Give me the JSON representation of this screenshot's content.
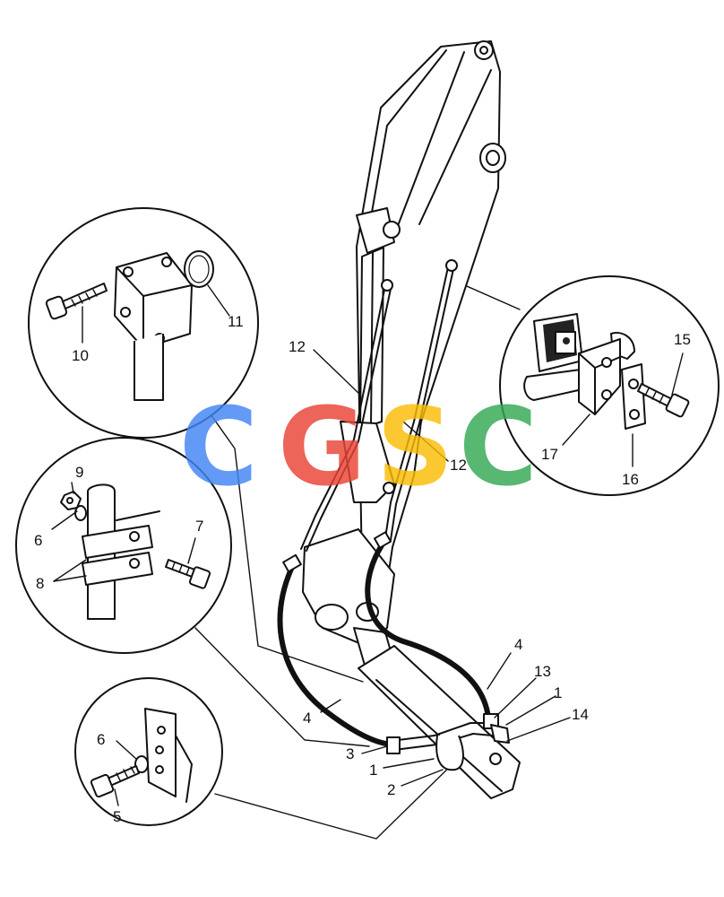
{
  "callouts": {
    "c1a": "1",
    "c1b": "1",
    "c2": "2",
    "c3": "3",
    "c4a": "4",
    "c4b": "4",
    "c5": "5",
    "c6a": "6",
    "c6b": "6",
    "c7": "7",
    "c8": "8",
    "c9": "9",
    "c10": "10",
    "c11": "11",
    "c12a": "12",
    "c12b": "12",
    "c13": "13",
    "c14": "14",
    "c15": "15",
    "c16": "16",
    "c17": "17"
  },
  "watermark": {
    "letters": [
      "C",
      "G",
      "S",
      "C"
    ],
    "colors": [
      "#4285f4",
      "#ea4335",
      "#fbbc05",
      "#34a853"
    ]
  }
}
